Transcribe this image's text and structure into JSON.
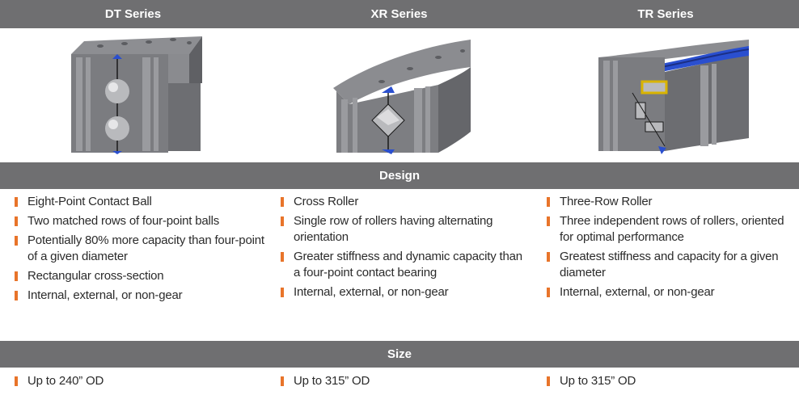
{
  "columns": [
    {
      "title": "DT Series",
      "image_icon": "dt-bearing-cross-section-icon",
      "design": [
        "Eight-Point Contact Ball",
        "Two matched rows of four-point balls",
        "Potentially 80% more capacity than four-point of a given diameter",
        "Rectangular cross-section",
        "Internal, external, or non-gear"
      ],
      "size": [
        "Up to 240” OD"
      ]
    },
    {
      "title": "XR Series",
      "image_icon": "xr-bearing-cross-section-icon",
      "design": [
        "Cross Roller",
        "Single row of rollers having alternating orientation",
        "Greater stiffness and dynamic capacity than a four-point contact bearing",
        "Internal, external, or non-gear"
      ],
      "size": [
        "Up to 315” OD"
      ]
    },
    {
      "title": "TR Series",
      "image_icon": "tr-bearing-cross-section-icon",
      "design": [
        "Three-Row Roller",
        "Three independent rows of rollers, oriented for optimal performance",
        "Greatest stiffness and capacity for a given diameter",
        "Internal, external, or non-gear"
      ],
      "size": [
        "Up to 315” OD"
      ]
    }
  ],
  "sections": {
    "design": "Design",
    "size": "Size"
  },
  "colors": {
    "band": "#6f6f71",
    "bullet": "#e8742a",
    "accent_blue": "#2a4fcf"
  }
}
